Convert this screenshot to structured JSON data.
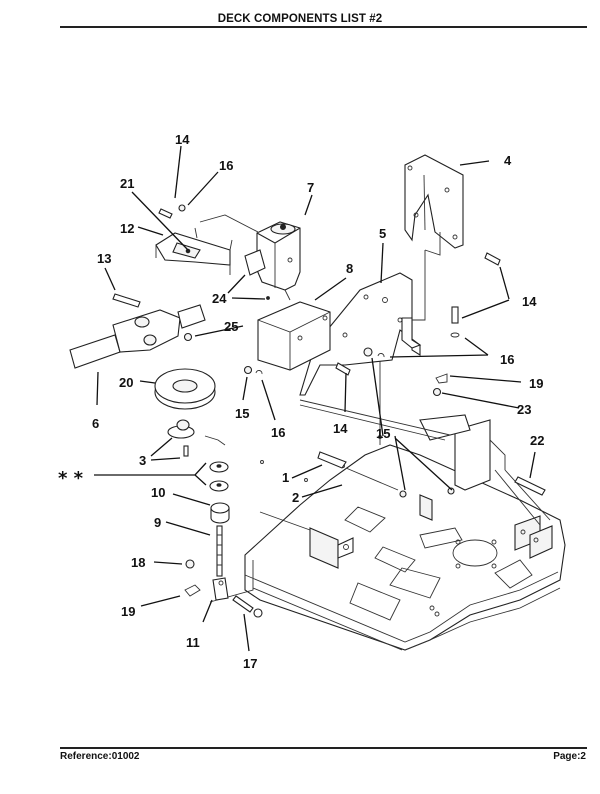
{
  "header": {
    "title": "DECK COMPONENTS LIST #2"
  },
  "footer": {
    "reference": "Reference:01002",
    "page": "Page:2"
  },
  "diagram": {
    "callouts": [
      {
        "id": "c14a",
        "label": "14"
      },
      {
        "id": "c16a",
        "label": "16"
      },
      {
        "id": "c21",
        "label": "21"
      },
      {
        "id": "c7",
        "label": "7"
      },
      {
        "id": "c12",
        "label": "12"
      },
      {
        "id": "c13",
        "label": "13"
      },
      {
        "id": "c8",
        "label": "8"
      },
      {
        "id": "c24",
        "label": "24"
      },
      {
        "id": "c25",
        "label": "25"
      },
      {
        "id": "c6",
        "label": "6"
      },
      {
        "id": "c20",
        "label": "20"
      },
      {
        "id": "c15a",
        "label": "15"
      },
      {
        "id": "c16b",
        "label": "16"
      },
      {
        "id": "c3",
        "label": "3"
      },
      {
        "id": "cstar",
        "label": "* *"
      },
      {
        "id": "c10",
        "label": "10"
      },
      {
        "id": "c9",
        "label": "9"
      },
      {
        "id": "c18",
        "label": "18"
      },
      {
        "id": "c19a",
        "label": "19"
      },
      {
        "id": "c11",
        "label": "11"
      },
      {
        "id": "c17",
        "label": "17"
      },
      {
        "id": "c4",
        "label": "4"
      },
      {
        "id": "c5",
        "label": "5"
      },
      {
        "id": "c14b",
        "label": "14"
      },
      {
        "id": "c16c",
        "label": "16"
      },
      {
        "id": "c19b",
        "label": "19"
      },
      {
        "id": "c23",
        "label": "23"
      },
      {
        "id": "c14c",
        "label": "14"
      },
      {
        "id": "c15b",
        "label": "15"
      },
      {
        "id": "c22",
        "label": "22"
      },
      {
        "id": "c1",
        "label": "1"
      },
      {
        "id": "c2",
        "label": "2"
      }
    ]
  }
}
